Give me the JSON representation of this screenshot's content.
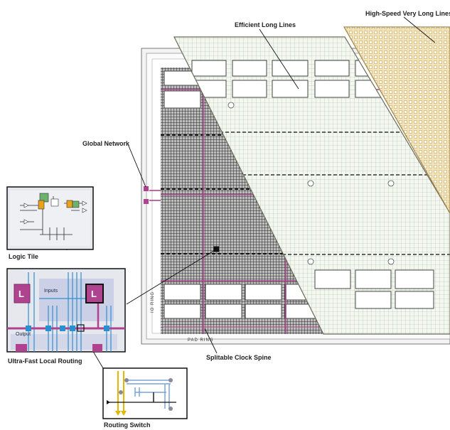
{
  "labels": {
    "efficient_long_lines": "Efficient Long Lines",
    "high_speed_very_long_lines": "High-Speed Very Long Lines",
    "global_network": "Global Network",
    "logic_tile": "Logic Tile",
    "ultra_fast_local_routing": "Ultra-Fast Local Routing",
    "splitable_clock_spine": "Splitable Clock Spine",
    "routing_switch": "Routing Switch",
    "io_ring": "IO RING",
    "pad_ring": "PAD RING",
    "inputs": "Inputs",
    "output": "Output",
    "logic_letter": "L"
  },
  "colors": {
    "clock_spine": "#b0438f",
    "local_routing": "#2a8fd0",
    "switch_wire": "#e0b800",
    "dark_grid": "#2b2b2b",
    "light_grid": "#d8e6d3",
    "tan_layer": "#f1e2b8",
    "inset_bg": "#e6e8ee",
    "inset_panel": "#c7cbe4"
  }
}
